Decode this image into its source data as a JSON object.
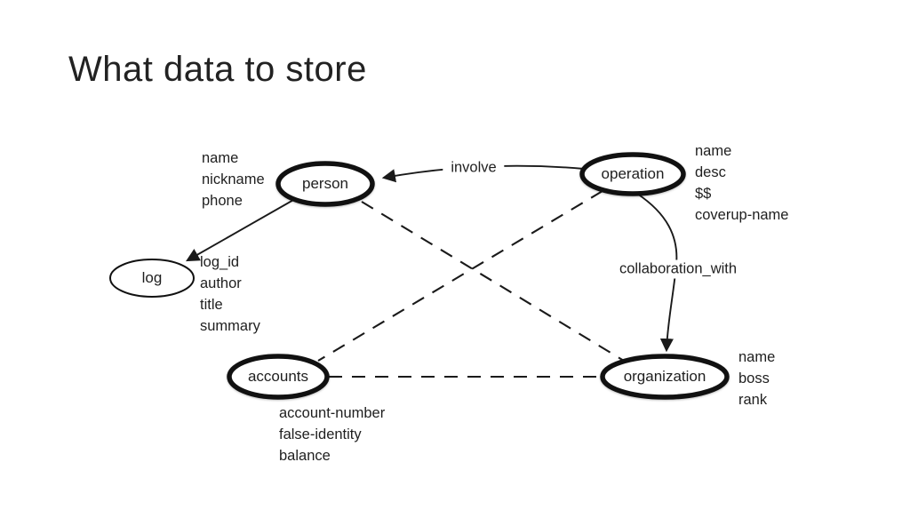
{
  "slide": {
    "title": "What data to store"
  },
  "diagram": {
    "entities": [
      {
        "id": "person",
        "label": "person",
        "attributes": [
          "name",
          "nickname",
          "phone"
        ]
      },
      {
        "id": "operation",
        "label": "operation",
        "attributes": [
          "name",
          "desc",
          "$$",
          "coverup-name"
        ]
      },
      {
        "id": "log",
        "label": "log",
        "attributes": [
          "log_id",
          "author",
          "title",
          "summary"
        ]
      },
      {
        "id": "accounts",
        "label": "accounts",
        "attributes": [
          "account-number",
          "false-identity",
          "balance"
        ]
      },
      {
        "id": "organization",
        "label": "organization",
        "attributes": [
          "name",
          "boss",
          "rank"
        ]
      }
    ],
    "relationships": [
      {
        "label": "involve",
        "from": "operation",
        "to": "person",
        "line": "solid-arrow"
      },
      {
        "label": "collaboration_with",
        "from": "operation",
        "to": "organization",
        "line": "solid-arrow"
      },
      {
        "label": "",
        "from": "person",
        "to": "log",
        "line": "solid-arrow"
      },
      {
        "label": "",
        "from": "person",
        "to": "organization",
        "line": "dashed"
      },
      {
        "label": "",
        "from": "operation",
        "to": "accounts",
        "line": "dashed"
      },
      {
        "label": "",
        "from": "accounts",
        "to": "organization",
        "line": "dashed"
      }
    ],
    "colors": {
      "ink": "#1a1a1a",
      "title_text": "#222222",
      "background": "#ffffff"
    }
  }
}
